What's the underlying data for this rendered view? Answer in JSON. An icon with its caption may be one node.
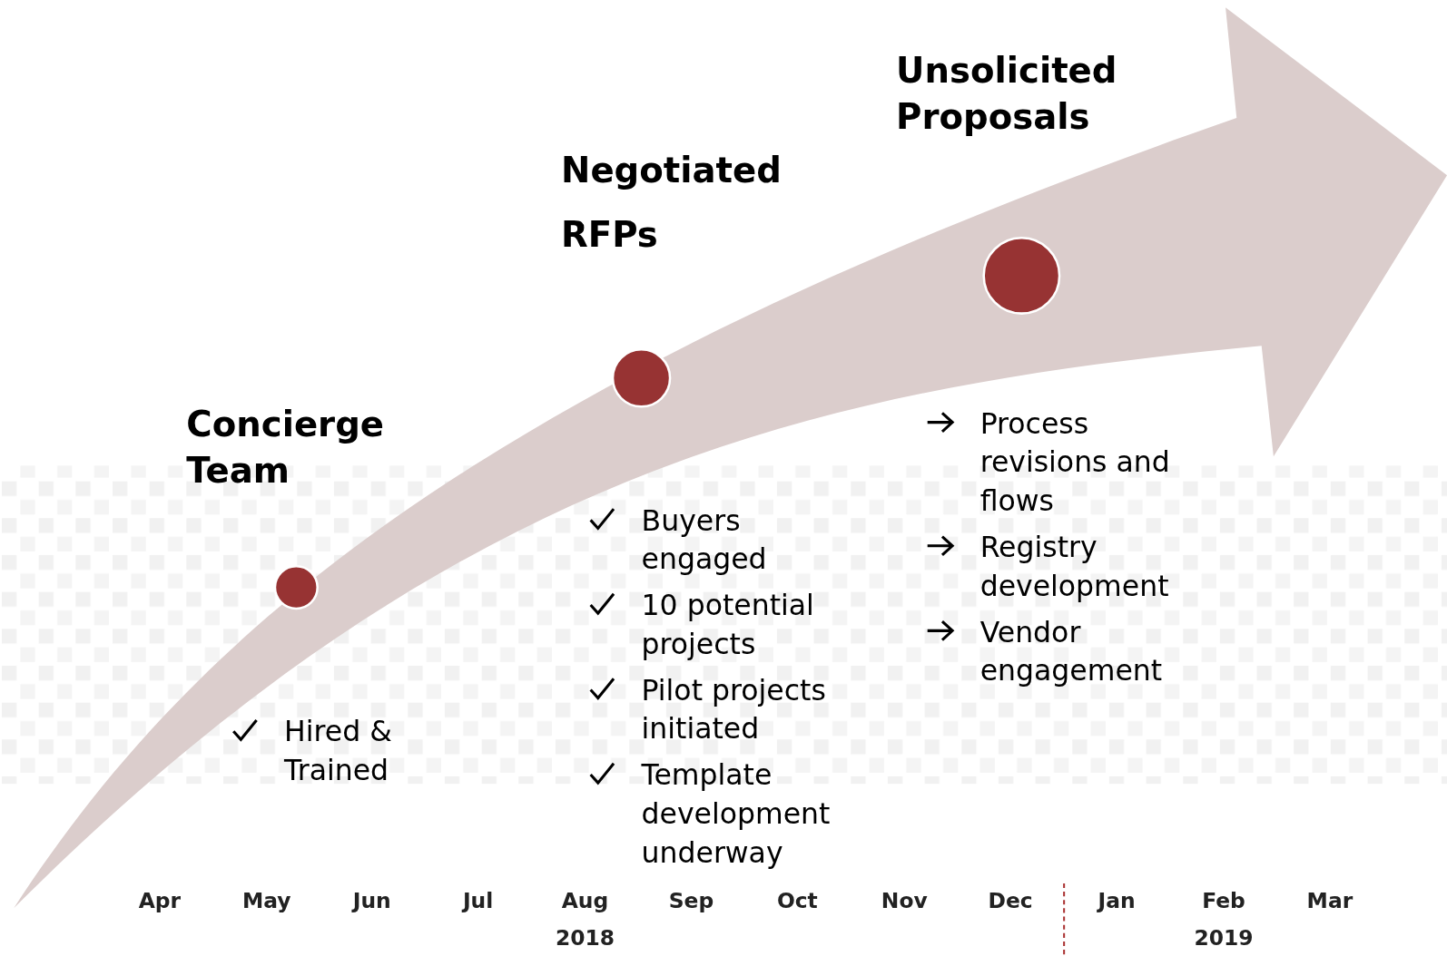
{
  "diagram": {
    "nodes": [
      {
        "text": [
          "Concierge Team"
        ],
        "beside": [
          "Hired & Trained"
        ]
      },
      {
        "text": [
          "Negotiated RFPs"
        ],
        "beside": [
          "Buyers engaged",
          "10 potential projects",
          "Pilot projects initiated",
          "Template development underway"
        ]
      },
      {
        "text": [
          "Unsolicited Proposals"
        ],
        "beside": [
          "Process revisions and flows",
          "Registry development",
          "Vendor engagement"
        ]
      }
    ],
    "edges": [],
    "labels": [
      "Apr",
      "May",
      "Jun",
      "Jul",
      "Aug",
      "Sep",
      "Oct",
      "Nov",
      "Dec",
      "Jan",
      "Feb",
      "Mar",
      "2018",
      "2019"
    ]
  }
}
